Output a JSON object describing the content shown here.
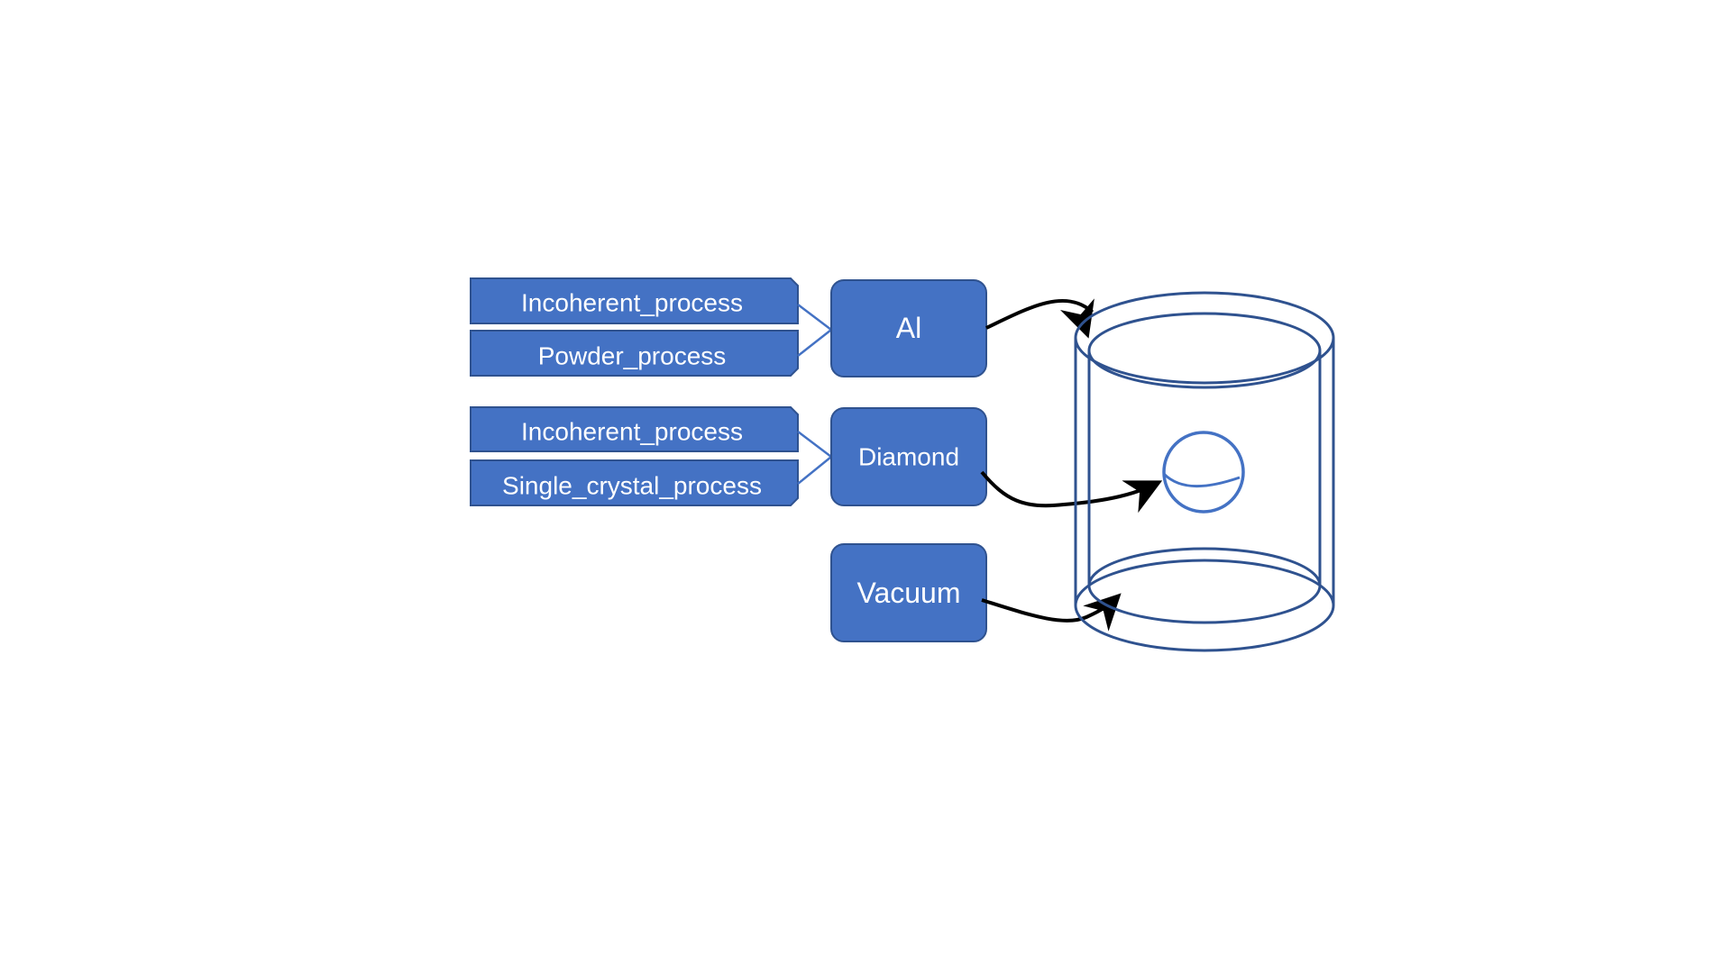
{
  "diagram": {
    "colors": {
      "box_fill": "#4472c4",
      "box_stroke": "#2f528f",
      "connector": "#4472c4",
      "arrow": "#000000",
      "cylinder_stroke": "#2f528f",
      "sphere_stroke": "#4472c4"
    },
    "groups": [
      {
        "material": "Al",
        "processes": [
          "Incoherent_process",
          "Powder_process"
        ]
      },
      {
        "material": "Diamond",
        "processes": [
          "Incoherent_process",
          "Single_crystal_process"
        ]
      },
      {
        "material": "Vacuum",
        "processes": []
      }
    ]
  }
}
